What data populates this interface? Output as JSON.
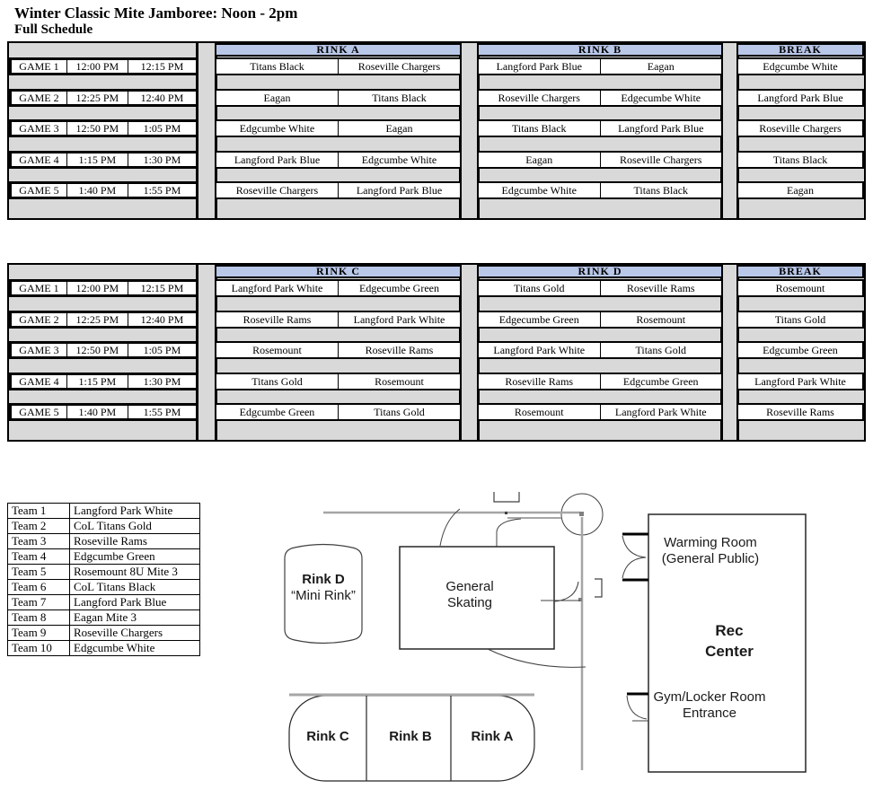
{
  "page": {
    "title": "Winter Classic Mite Jamboree: Noon - 2pm",
    "subtitle": "Full Schedule"
  },
  "colors": {
    "header_blue": "#b9c7e8",
    "table_gray": "#d9d9d9",
    "line_gray": "#a6a6a6"
  },
  "tables": [
    {
      "games": [
        {
          "label": "GAME 1",
          "start": "12:00 PM",
          "end": "12:15 PM"
        },
        {
          "label": "GAME 2",
          "start": "12:25 PM",
          "end": "12:40 PM"
        },
        {
          "label": "GAME 3",
          "start": "12:50 PM",
          "end": "1:05 PM"
        },
        {
          "label": "GAME 4",
          "start": "1:15 PM",
          "end": "1:30 PM"
        },
        {
          "label": "GAME 5",
          "start": "1:40 PM",
          "end": "1:55 PM"
        }
      ],
      "rink1": {
        "header": "RINK A",
        "rows": [
          {
            "home": "Titans Black",
            "away": "Roseville Chargers"
          },
          {
            "home": "Eagan",
            "away": "Titans Black"
          },
          {
            "home": "Edgcumbe White",
            "away": "Eagan"
          },
          {
            "home": "Langford Park Blue",
            "away": "Edgcumbe White"
          },
          {
            "home": "Roseville Chargers",
            "away": "Langford Park Blue"
          }
        ]
      },
      "rink2": {
        "header": "RINK B",
        "rows": [
          {
            "home": "Langford Park Blue",
            "away": "Eagan"
          },
          {
            "home": "Roseville Chargers",
            "away": "Edgecumbe White"
          },
          {
            "home": "Titans Black",
            "away": "Langford Park Blue"
          },
          {
            "home": "Eagan",
            "away": "Roseville Chargers"
          },
          {
            "home": "Edgcumbe White",
            "away": "Titans Black"
          }
        ]
      },
      "breaks": {
        "header": "BREAK",
        "rows": [
          "Edgcumbe White",
          "Langford Park Blue",
          "Roseville Chargers",
          "Titans Black",
          "Eagan"
        ]
      }
    },
    {
      "games": [
        {
          "label": "GAME 1",
          "start": "12:00 PM",
          "end": "12:15 PM"
        },
        {
          "label": "GAME 2",
          "start": "12:25 PM",
          "end": "12:40 PM"
        },
        {
          "label": "GAME 3",
          "start": "12:50 PM",
          "end": "1:05 PM"
        },
        {
          "label": "GAME 4",
          "start": "1:15 PM",
          "end": "1:30 PM"
        },
        {
          "label": "GAME 5",
          "start": "1:40 PM",
          "end": "1:55 PM"
        }
      ],
      "rink1": {
        "header": "RINK C",
        "rows": [
          {
            "home": "Langford Park White",
            "away": "Edgecumbe Green"
          },
          {
            "home": "Roseville Rams",
            "away": "Langford Park White"
          },
          {
            "home": "Rosemount",
            "away": "Roseville Rams"
          },
          {
            "home": "Titans Gold",
            "away": "Rosemount"
          },
          {
            "home": "Edgcumbe Green",
            "away": "Titans Gold"
          }
        ]
      },
      "rink2": {
        "header": "RINK D",
        "rows": [
          {
            "home": "Titans Gold",
            "away": "Roseville Rams"
          },
          {
            "home": "Edgecumbe Green",
            "away": "Rosemount"
          },
          {
            "home": "Langford Park White",
            "away": "Titans Gold"
          },
          {
            "home": "Roseville Rams",
            "away": "Edgcumbe Green"
          },
          {
            "home": "Rosemount",
            "away": "Langford Park White"
          }
        ]
      },
      "breaks": {
        "header": "BREAK",
        "rows": [
          "Rosemount",
          "Titans Gold",
          "Edgcumbe Green",
          "Langford Park White",
          "Roseville Rams"
        ]
      }
    }
  ],
  "teams": {
    "rows": [
      {
        "id": "Team 1",
        "name": "Langford Park White"
      },
      {
        "id": "Team 2",
        "name": "CoL Titans Gold"
      },
      {
        "id": "Team 3",
        "name": "Roseville Rams"
      },
      {
        "id": "Team 4",
        "name": "Edgcumbe Green"
      },
      {
        "id": "Team 5",
        "name": "Rosemount 8U Mite 3"
      },
      {
        "id": "Team 6",
        "name": "CoL Titans Black"
      },
      {
        "id": "Team 7",
        "name": "Langford Park Blue"
      },
      {
        "id": "Team 8",
        "name": "Eagan Mite 3"
      },
      {
        "id": "Team 9",
        "name": "Roseville Chargers"
      },
      {
        "id": "Team 10",
        "name": "Edgcumbe White"
      }
    ]
  },
  "map": {
    "rink_d_label": "Rink D",
    "rink_d_sub": "“Mini Rink”",
    "general_skating_line1": "General",
    "general_skating_line2": "Skating",
    "warming_line1": "Warming Room",
    "warming_line2": "(General Public)",
    "rec_line1": "Rec",
    "rec_line2": "Center",
    "gym_line1": "Gym/Locker Room",
    "gym_line2": "Entrance",
    "rink_c": "Rink C",
    "rink_b": "Rink B",
    "rink_a": "Rink A"
  }
}
